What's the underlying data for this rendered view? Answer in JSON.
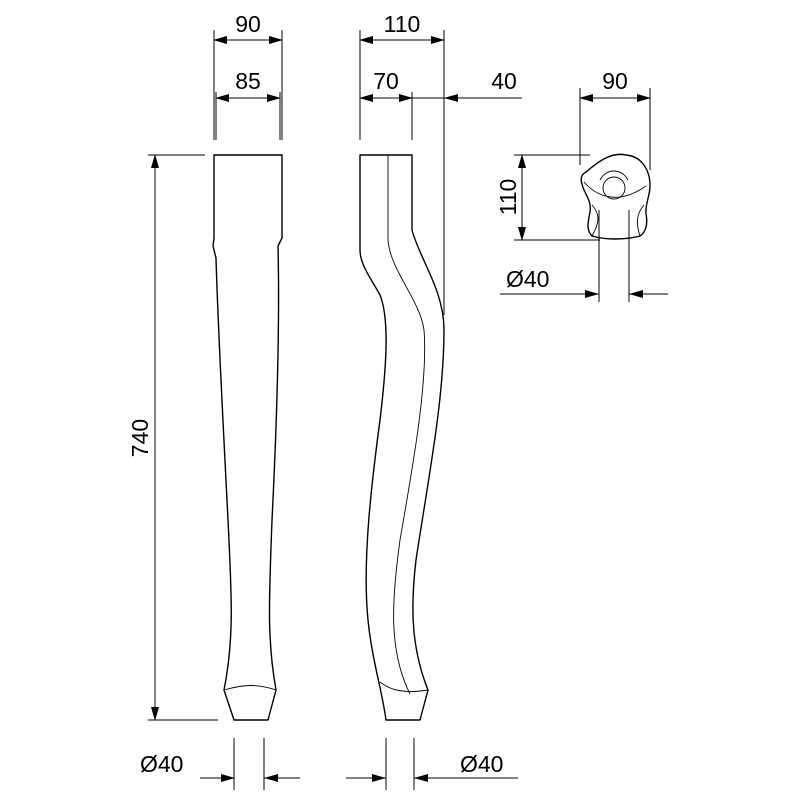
{
  "front_view": {
    "top_width": "90",
    "inner_width": "85",
    "height": "740",
    "foot_diameter": "Ø40"
  },
  "side_view": {
    "overall_width": "110",
    "inner_width": "70",
    "offset": "40",
    "foot_diameter": "Ø40"
  },
  "top_view": {
    "width": "90",
    "depth": "110",
    "hole_diameter": "Ø40"
  }
}
